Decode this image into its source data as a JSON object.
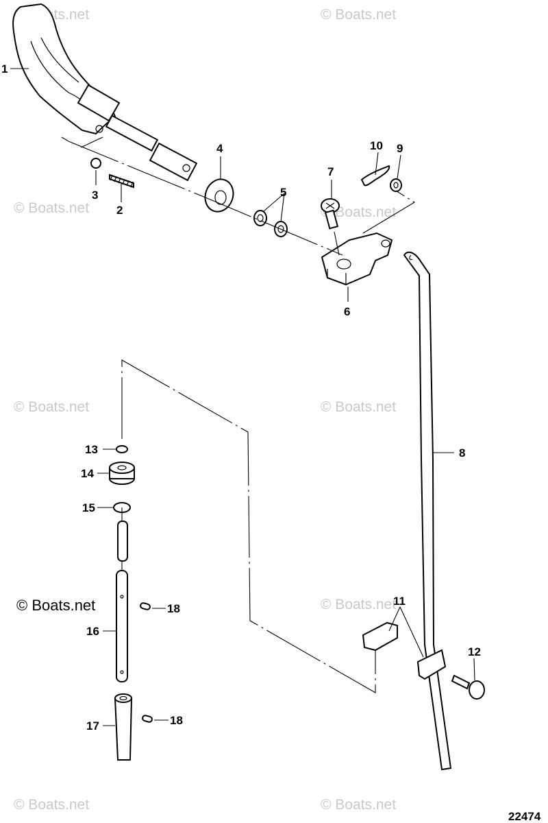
{
  "diagram": {
    "figure_number": "22474",
    "watermark": "© Boats.net",
    "callouts": [
      "1",
      "2",
      "3",
      "4",
      "5",
      "6",
      "7",
      "8",
      "9",
      "10",
      "11",
      "12",
      "13",
      "14",
      "15",
      "16",
      "17",
      "18",
      "18"
    ]
  }
}
